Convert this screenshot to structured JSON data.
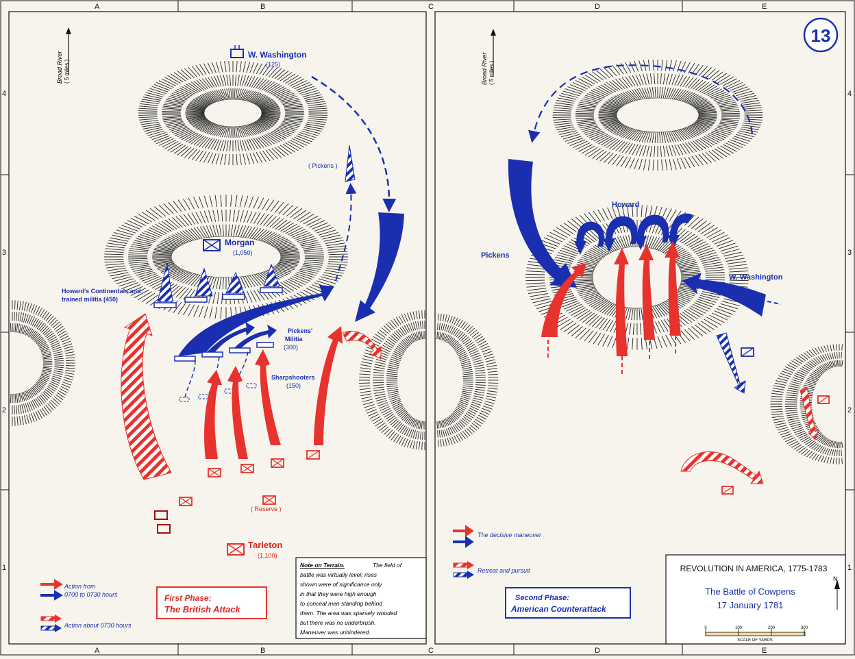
{
  "colors": {
    "american": "#1a2fb0",
    "british": "#e8322e",
    "paper": "#f6f4ec",
    "ink": "#111111"
  },
  "grid": {
    "columns": [
      "A",
      "B",
      "C",
      "D",
      "E"
    ],
    "rows": [
      "4",
      "3",
      "2",
      "1"
    ]
  },
  "map_number": "13",
  "river": {
    "name": "Broad River",
    "distance": "( 5 miles )"
  },
  "left_panel": {
    "phase_title_1": "First Phase:",
    "phase_title_2": "The British Attack",
    "units_american": {
      "washington_name": "W. Washington",
      "washington_strength": "(125)",
      "pickens_top": "( Pickens )",
      "morgan_name": "Morgan",
      "morgan_strength": "(1,050)",
      "howard_1": "Howard's Continentals and",
      "howard_2": "trained militia (450)",
      "militia_1": "Pickens'",
      "militia_2": "Militia",
      "militia_3": "(300)",
      "sharp_1": "Sharpshooters",
      "sharp_2": "(150)"
    },
    "units_british": {
      "reserve": "( Reserve )",
      "tarleton_name": "Tarleton",
      "tarleton_strength": "(1,100)"
    },
    "legend": {
      "action_from": "Action from",
      "action_time": "0700 to 0730 hours",
      "action_about": "Action about 0730 hours"
    },
    "terrain_note": {
      "heading": "Note on Terrain.",
      "lines": [
        "The field of",
        "battle was virtually level; rises",
        "shown were of significance only",
        "in that they were high enough",
        "to conceal men standing behind",
        "them. The area was sparsely wooded",
        "but there was no underbrush.",
        "Maneuver was unhindered."
      ]
    }
  },
  "right_panel": {
    "phase_title_1": "Second Phase:",
    "phase_title_2": "American Counterattack",
    "labels": {
      "howard": "Howard",
      "pickens": "Pickens",
      "washington": "W. Washington"
    },
    "legend": {
      "decisive": "The decisive maneuver",
      "retreat": "Retreat and pursuit"
    },
    "title_box": {
      "series": "REVOLUTION IN AMERICA, 1775-1783",
      "battle": "The Battle of Cowpens",
      "date": "17 January 1781",
      "scale_ticks": [
        "0",
        "100",
        "200",
        "300"
      ],
      "scale_caption": "SCALE OF YARDS",
      "north": "N"
    }
  }
}
